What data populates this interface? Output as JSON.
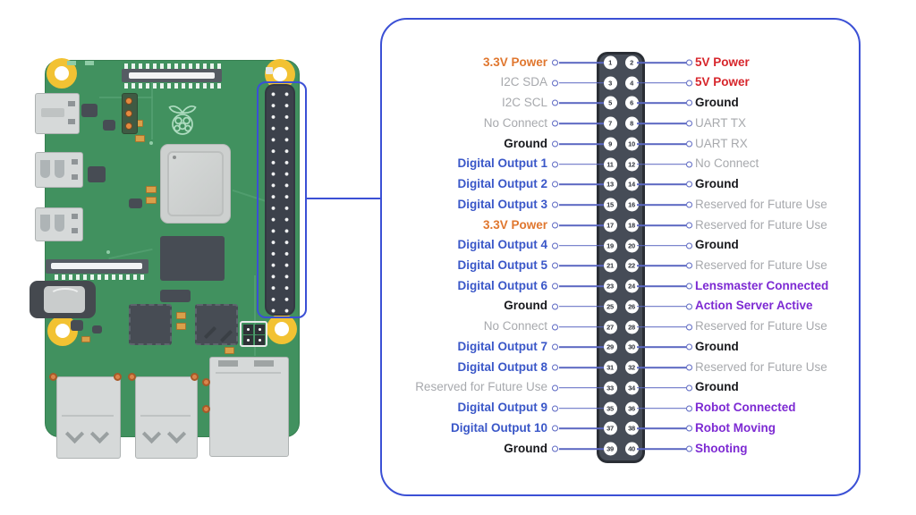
{
  "palette": {
    "power33": "#E0772F",
    "power5": "#D7262C",
    "ground": "#17181C",
    "digital": "#3A57C8",
    "reserved": "#A7A9AD",
    "status": "#7D2AD3",
    "wire": "#5B67C2",
    "panel_border": "#3B50D5",
    "pcb_green": "#41915F",
    "header_dark": "#464C57"
  },
  "pinout": {
    "rows": [
      {
        "pins": [
          1,
          2
        ],
        "left": {
          "label": "3.3V Power",
          "type": "power33"
        },
        "right": {
          "label": "5V Power",
          "type": "power5"
        }
      },
      {
        "pins": [
          3,
          4
        ],
        "left": {
          "label": "I2C SDA",
          "type": "reserved"
        },
        "right": {
          "label": "5V Power",
          "type": "power5"
        }
      },
      {
        "pins": [
          5,
          6
        ],
        "left": {
          "label": "I2C SCL",
          "type": "reserved"
        },
        "right": {
          "label": "Ground",
          "type": "ground"
        }
      },
      {
        "pins": [
          7,
          8
        ],
        "left": {
          "label": "No Connect",
          "type": "reserved"
        },
        "right": {
          "label": "UART TX",
          "type": "reserved"
        }
      },
      {
        "pins": [
          9,
          10
        ],
        "left": {
          "label": "Ground",
          "type": "ground"
        },
        "right": {
          "label": "UART RX",
          "type": "reserved"
        }
      },
      {
        "pins": [
          11,
          12
        ],
        "left": {
          "label": "Digital Output 1",
          "type": "digital"
        },
        "right": {
          "label": "No Connect",
          "type": "reserved"
        }
      },
      {
        "pins": [
          13,
          14
        ],
        "left": {
          "label": "Digital Output 2",
          "type": "digital"
        },
        "right": {
          "label": "Ground",
          "type": "ground"
        }
      },
      {
        "pins": [
          15,
          16
        ],
        "left": {
          "label": "Digital Output 3",
          "type": "digital"
        },
        "right": {
          "label": "Reserved for Future Use",
          "type": "reserved"
        }
      },
      {
        "pins": [
          17,
          18
        ],
        "left": {
          "label": "3.3V Power",
          "type": "power33"
        },
        "right": {
          "label": "Reserved for Future Use",
          "type": "reserved"
        }
      },
      {
        "pins": [
          19,
          20
        ],
        "left": {
          "label": "Digital Output 4",
          "type": "digital"
        },
        "right": {
          "label": "Ground",
          "type": "ground"
        }
      },
      {
        "pins": [
          21,
          22
        ],
        "left": {
          "label": "Digital Output 5",
          "type": "digital"
        },
        "right": {
          "label": "Reserved for Future Use",
          "type": "reserved"
        }
      },
      {
        "pins": [
          23,
          24
        ],
        "left": {
          "label": "Digital Output 6",
          "type": "digital"
        },
        "right": {
          "label": "Lensmaster Connected",
          "type": "status"
        }
      },
      {
        "pins": [
          25,
          26
        ],
        "left": {
          "label": "Ground",
          "type": "ground"
        },
        "right": {
          "label": "Action Server Active",
          "type": "status"
        }
      },
      {
        "pins": [
          27,
          28
        ],
        "left": {
          "label": "No Connect",
          "type": "reserved"
        },
        "right": {
          "label": "Reserved for Future Use",
          "type": "reserved"
        }
      },
      {
        "pins": [
          29,
          30
        ],
        "left": {
          "label": "Digital Output 7",
          "type": "digital"
        },
        "right": {
          "label": "Ground",
          "type": "ground"
        }
      },
      {
        "pins": [
          31,
          32
        ],
        "left": {
          "label": "Digital Output 8",
          "type": "digital"
        },
        "right": {
          "label": "Reserved for Future Use",
          "type": "reserved"
        }
      },
      {
        "pins": [
          33,
          34
        ],
        "left": {
          "label": "Reserved for Future Use",
          "type": "reserved"
        },
        "right": {
          "label": "Ground",
          "type": "ground"
        }
      },
      {
        "pins": [
          35,
          36
        ],
        "left": {
          "label": "Digital Output 9",
          "type": "digital"
        },
        "right": {
          "label": "Robot Connected",
          "type": "status"
        }
      },
      {
        "pins": [
          37,
          38
        ],
        "left": {
          "label": "Digital Output 10",
          "type": "digital"
        },
        "right": {
          "label": "Robot Moving",
          "type": "status"
        }
      },
      {
        "pins": [
          39,
          40
        ],
        "left": {
          "label": "Ground",
          "type": "ground"
        },
        "right": {
          "label": "Shooting",
          "type": "status"
        }
      }
    ]
  }
}
